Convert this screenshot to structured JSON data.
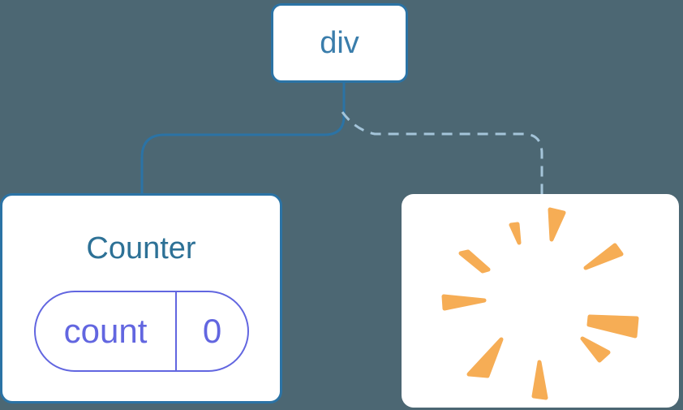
{
  "diagram": {
    "root": {
      "label": "div"
    },
    "counter": {
      "title": "Counter",
      "state_name": "count",
      "state_value": "0"
    },
    "removed": {
      "icon": "poof"
    },
    "connectors": {
      "left_child": "solid",
      "right_child": "dashed"
    }
  },
  "colors": {
    "bg": "#4c6773",
    "box-bg": "#ffffff",
    "accent": "#2b73a5",
    "root-text": "#3a7dab",
    "counter-text": "#2d7196",
    "state": "#6266e0",
    "dashed": "#a4c4d9",
    "poof": "#f6ad55"
  }
}
